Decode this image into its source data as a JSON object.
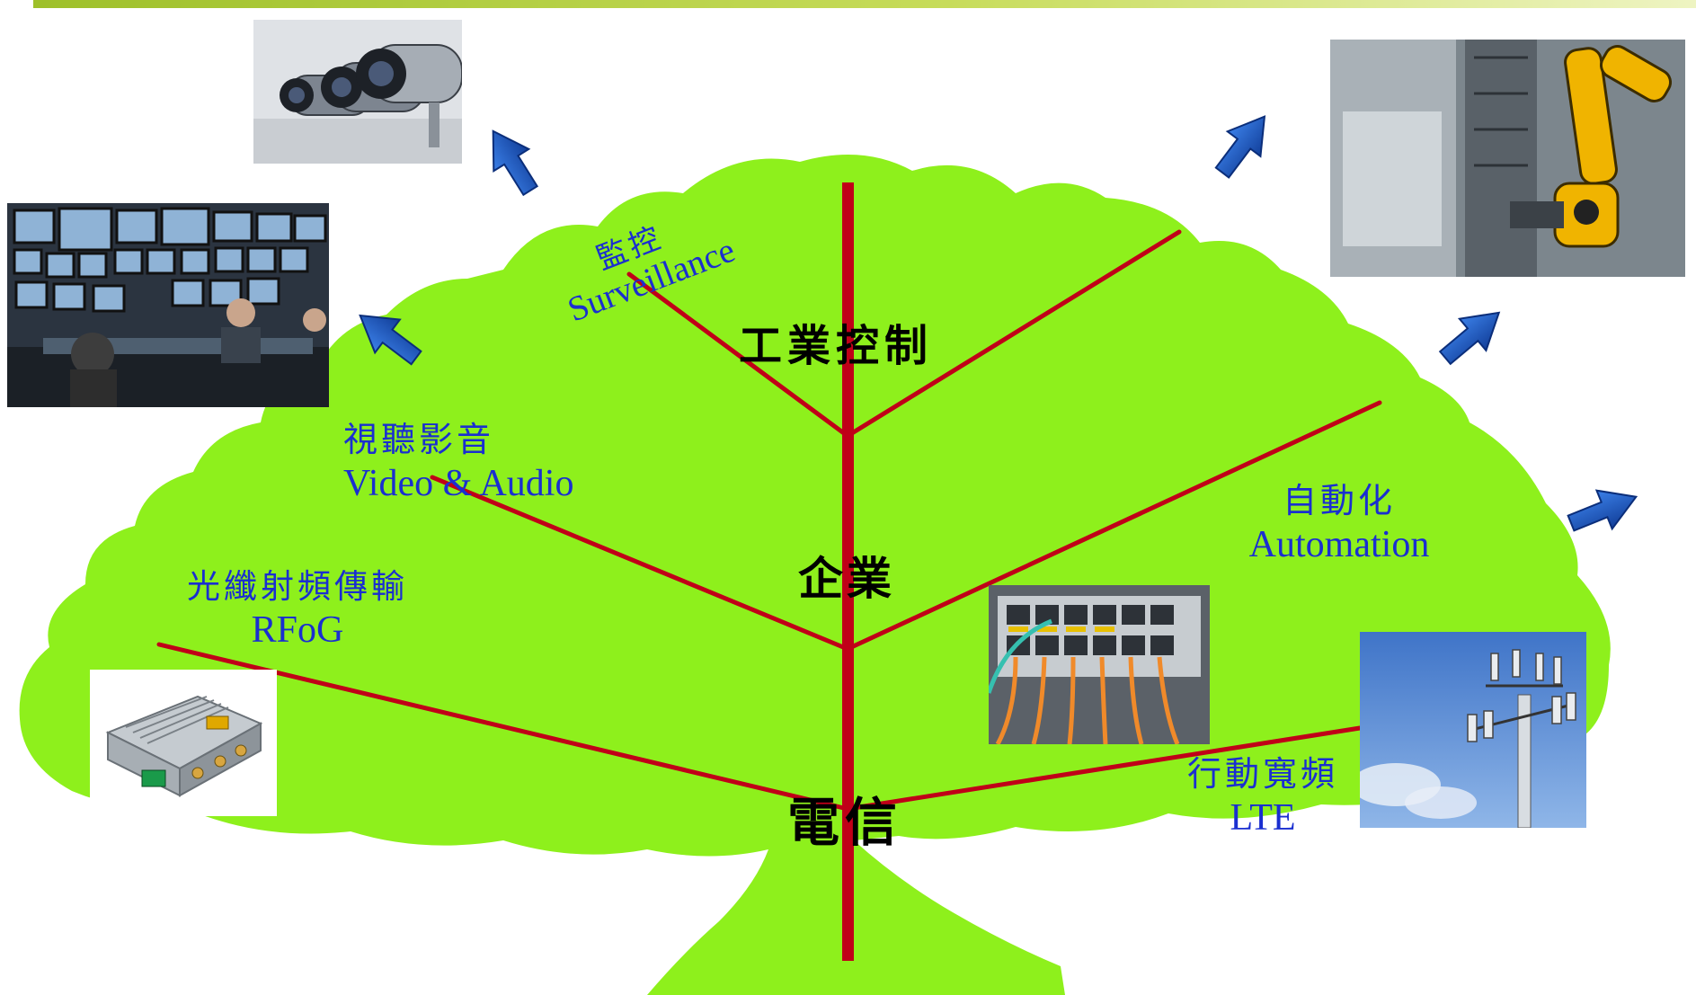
{
  "tree": {
    "trunk_labels": {
      "telecom": "電信",
      "enterprise": "企業",
      "industrial_control": "工業控制"
    },
    "branches": {
      "rfog": {
        "zh": "光纖射頻傳輸",
        "en": "RFoG"
      },
      "video_audio": {
        "zh": "視聽影音",
        "en": "Video & Audio"
      },
      "surveillance": {
        "zh": "監控",
        "en": "Surveillance"
      },
      "automation": {
        "zh": "自動化",
        "en": "Automation"
      },
      "lte": {
        "zh": "行動寬頻",
        "en": "LTE"
      }
    }
  },
  "colors": {
    "canopy": "#8ef01c",
    "branch_line": "#c00018",
    "label_text": "#1a2fd0",
    "arrow": "#1e60c8",
    "top_bar": "#9ec02a"
  },
  "icons": [
    "arrow-icon",
    "cctv-camera-photo",
    "control-room-photo",
    "robot-arm-photo",
    "fiber-switch-photo",
    "cell-tower-photo",
    "rfog-node-photo"
  ]
}
